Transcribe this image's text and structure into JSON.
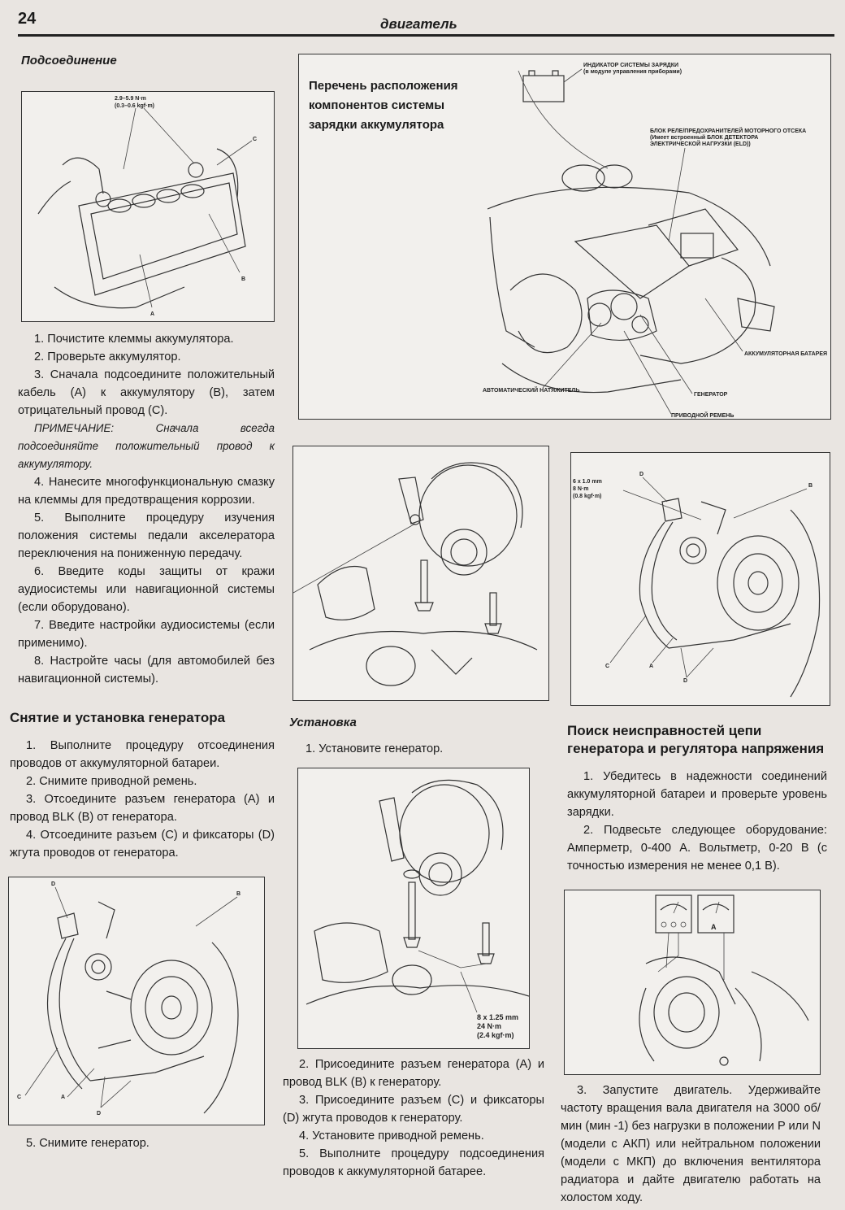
{
  "header": {
    "page_number": "24",
    "title": "двигатель"
  },
  "connection": {
    "subtitle": "Подсоединение",
    "figure": {
      "torque": "2.9–5.9 N·m",
      "torque_kgf": "(0.3–0.6 kgf·m)",
      "label_a": "A",
      "label_b": "B",
      "label_c": "C"
    },
    "steps": [
      "1. Почистите клеммы аккумулятора.",
      "2. Проверьте аккумулятор.",
      "3. Сначала подсоедините положительный кабель (А) к аккумулятору (В), затем отрицательный провод (С)."
    ],
    "note": "ПРИМЕЧАНИЕ: Сначала всегда подсоединяйте положительный провод к аккумулятору.",
    "steps2": [
      "4. Нанесите многофункциональную смазку на клеммы для предотвращения коррозии.",
      "5. Выполните процедуру изучения положения системы педали акселератора переключения на пониженную передачу.",
      "6. Введите коды защиты от кражи аудиосистемы или навигационной системы (если оборудовано).",
      "7. Введите настройки аудиосистемы (если применимо).",
      "8. Настройте часы (для автомобилей без навигационной системы)."
    ]
  },
  "components_figure": {
    "title": "Перечень расположения компонентов системы зарядки аккумулятора",
    "labels": {
      "indicator": "ИНДИКАТОР СИСТЕМЫ ЗАРЯДКИ",
      "indicator_sub": "(в модуле управления приборами)",
      "relay_box": "БЛОК РЕЛЕ/ПРЕДОХРАНИТЕЛЕЙ МОТОРНОГО ОТСЕКА",
      "relay_box_sub": "(Имеет встроенный БЛОК ДЕТЕКТОРА",
      "relay_box_sub2": "ЭЛЕКТРИЧЕСКОЙ НАГРУЗКИ (ELD))",
      "battery": "АККУМУЛЯТОРНАЯ БАТАРЕЯ",
      "tensioner": "АВТОМАТИЧЕСКИЙ НАТЯЖИТЕЛЬ",
      "generator": "ГЕНЕРАТОР",
      "belt": "ПРИВОДНОЙ РЕМЕНЬ"
    }
  },
  "connector_figure": {
    "bolt": "6 x 1.0 mm",
    "torque": "8 N·m",
    "torque_kgf": "(0.8 kgf·m)",
    "label_a": "A",
    "label_b": "B",
    "label_c": "C",
    "label_d": "D"
  },
  "removal": {
    "title": "Снятие и установка генератора",
    "steps": [
      "1. Выполните процедуру отсоединения проводов от аккумуляторной батареи.",
      "2. Снимите приводной ремень.",
      "3. Отсоедините разъем генератора (А) и провод BLK (В) от генератора.",
      "4. Отсоедините разъем (С) и фиксаторы (D) жгута проводов от генератора."
    ],
    "figure": {
      "label_a": "A",
      "label_b": "B",
      "label_c": "C",
      "label_d": "D"
    },
    "step5": "5. Снимите генератор."
  },
  "installation": {
    "subtitle": "Установка",
    "step1": "1. Установите генератор.",
    "figure": {
      "bolt": "8 x 1.25 mm",
      "torque": "24 N·m",
      "torque_kgf": "(2.4 kgf·m)"
    },
    "steps": [
      "2. Присоедините разъем генератора (А) и провод BLK (В) к генератору.",
      "3. Присоедините разъем (С) и фиксаторы (D) жгута проводов к генератору.",
      "4. Установите приводной ремень.",
      "5. Выполните процедуру подсоединения проводов к аккумуляторной батарее."
    ]
  },
  "troubleshooting": {
    "title": "Поиск неисправностей цепи генератора и регулятора напряжения",
    "steps": [
      "1. Убедитесь в надежности соединений аккумуляторной батареи и проверьте уровень зарядки.",
      "2. Подвесьте следующее оборудование: Амперметр, 0-400 А. Вольтметр, 0-20 В (с точностью измерения не менее 0,1 В)."
    ],
    "figure": {
      "ammeter": "A"
    },
    "step3": "3. Запустите двигатель. Удерживайте частоту вращения вала двигателя на 3000 об/мин (мин -1) без нагрузки в положении P или N (модели с АКП) или нейтральном положении (модели с МКП) до включения вентилятора радиатора и дайте двигателю работать на холостом ходу."
  }
}
